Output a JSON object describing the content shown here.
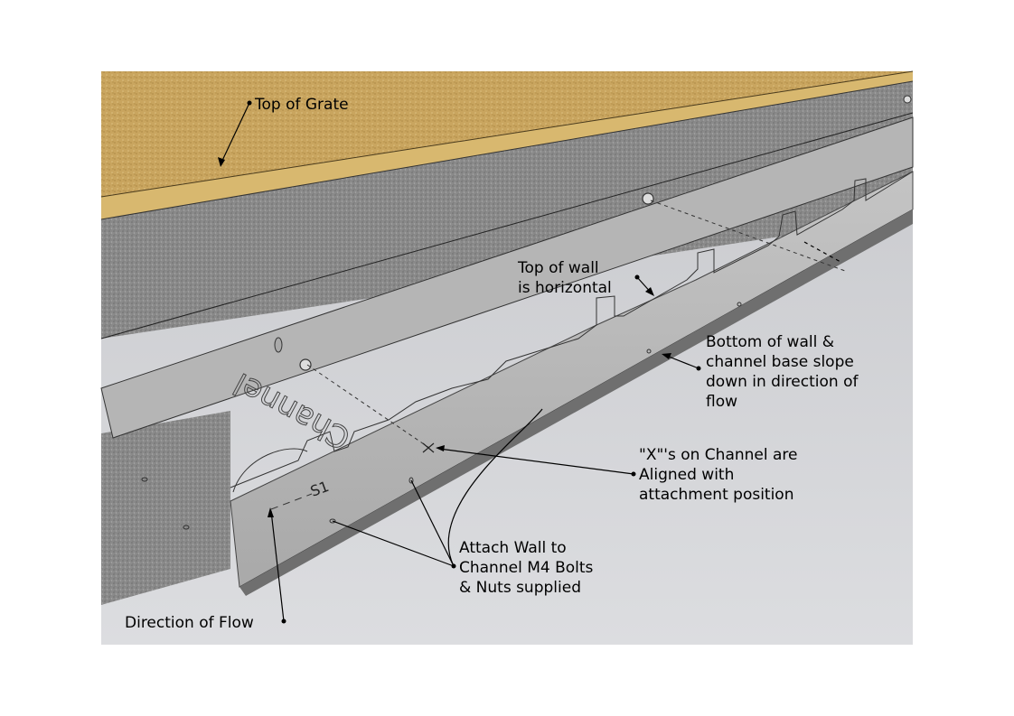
{
  "labels": {
    "top_of_grate": "Top of Grate",
    "top_of_wall": [
      "Top of wall",
      "is horizontal"
    ],
    "bottom_of_wall": [
      "Bottom of wall &",
      "channel base slope",
      "down in direction of",
      "flow"
    ],
    "x_aligned": [
      "\"X\"'s on Channel are",
      "Aligned with",
      "attachment position"
    ],
    "attach_wall": [
      "Attach Wall to",
      "Channel M4 Bolts",
      "& Nuts supplied"
    ],
    "direction_of_flow": "Direction of Flow"
  },
  "markings": {
    "channel_logo": "Channel",
    "section_code": "S1"
  },
  "colors": {
    "grate": "#c8a45e",
    "concrete": "#8b8b8b",
    "wall_steel": "#b9b9b9",
    "ground": "#cfd0d4",
    "background": "#ffffff"
  }
}
